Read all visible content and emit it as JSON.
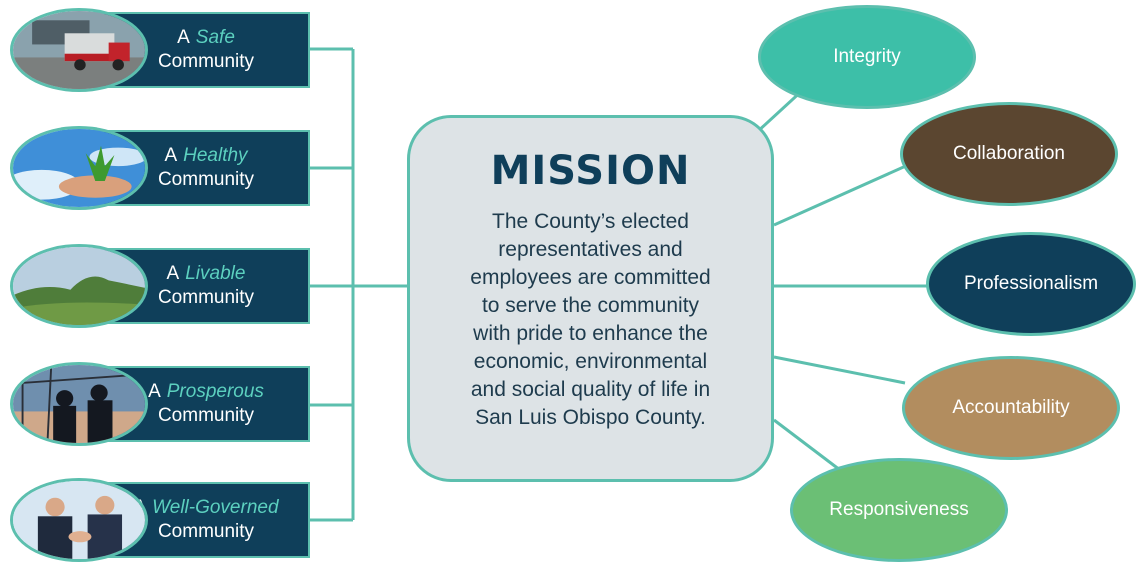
{
  "goals": [
    {
      "prefix": "A",
      "adjective": "Safe",
      "noun": "Community",
      "image": "fire-truck-photo"
    },
    {
      "prefix": "A",
      "adjective": "Healthy",
      "noun": "Community",
      "image": "seedling-in-hands-photo"
    },
    {
      "prefix": "A",
      "adjective": "Livable",
      "noun": "Community",
      "image": "green-hills-photo"
    },
    {
      "prefix": "A",
      "adjective": "Prosperous",
      "noun": "Community",
      "image": "construction-workers-silhouette-photo"
    },
    {
      "prefix": "A",
      "adjective": "Well-Governed",
      "noun": "Community",
      "image": "business-handshake-photo"
    }
  ],
  "mission": {
    "title": "MISSION",
    "lines": [
      "The County’s elected",
      "representatives and",
      "employees are committed",
      "to serve the community",
      "with pride to enhance the",
      "economic, environmental",
      "and social quality of life in",
      "San Luis Obispo County."
    ]
  },
  "values": [
    {
      "label": "Integrity",
      "color": "#3dbfa8"
    },
    {
      "label": "Collaboration",
      "color": "#5b4630"
    },
    {
      "label": "Professionalism",
      "color": "#0f3f5a"
    },
    {
      "label": "Accountability",
      "color": "#b28d5f"
    },
    {
      "label": "Responsiveness",
      "color": "#6bbf75"
    }
  ],
  "colors": {
    "connector": "#5cbfae",
    "goal_box": "#0f3f5a",
    "goal_adjective": "#5cd0bf",
    "mission_bg": "#dde3e6",
    "mission_title": "#0f3f5a"
  }
}
